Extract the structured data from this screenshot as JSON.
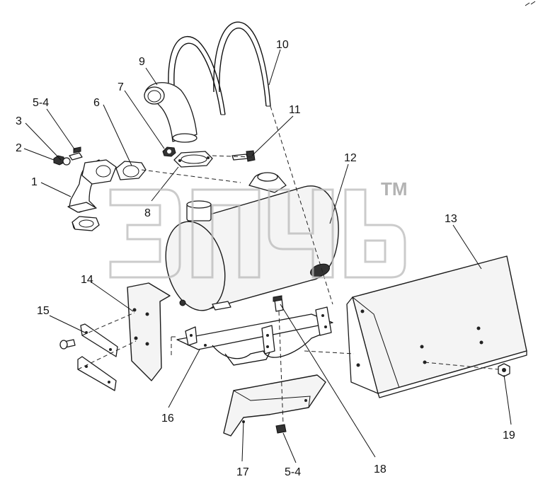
{
  "watermark": {
    "trademark": "TM"
  },
  "callouts": [
    {
      "id": "c-1",
      "label": "1"
    },
    {
      "id": "c-2",
      "label": "2"
    },
    {
      "id": "c-3",
      "label": "3"
    },
    {
      "id": "c-5-4-top",
      "label": "5-4"
    },
    {
      "id": "c-6",
      "label": "6"
    },
    {
      "id": "c-7",
      "label": "7"
    },
    {
      "id": "c-8",
      "label": "8"
    },
    {
      "id": "c-9",
      "label": "9"
    },
    {
      "id": "c-10",
      "label": "10"
    },
    {
      "id": "c-11",
      "label": "11"
    },
    {
      "id": "c-12",
      "label": "12"
    },
    {
      "id": "c-13",
      "label": "13"
    },
    {
      "id": "c-14",
      "label": "14"
    },
    {
      "id": "c-15",
      "label": "15"
    },
    {
      "id": "c-16",
      "label": "16"
    },
    {
      "id": "c-17",
      "label": "17"
    },
    {
      "id": "c-5-4-bottom",
      "label": "5-4"
    },
    {
      "id": "c-18",
      "label": "18"
    },
    {
      "id": "c-19",
      "label": "19"
    }
  ]
}
